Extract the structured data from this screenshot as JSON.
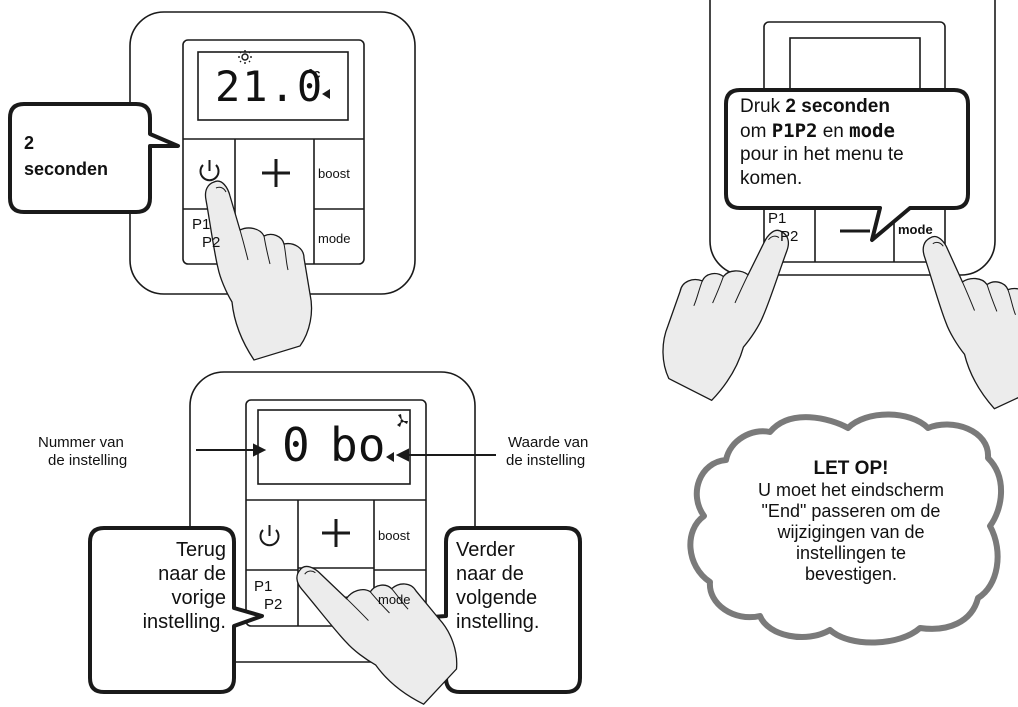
{
  "panel1": {
    "display_value": "21.0",
    "display_unit": "°c",
    "btn_boost": "boost",
    "btn_mode": "mode",
    "btn_p1": "P1",
    "btn_p2": "P2",
    "bubble_line1": "2",
    "bubble_line2": "seconden"
  },
  "panel2": {
    "bubble": {
      "l1_a": "Druk ",
      "l1_b": "2 seconden",
      "l2_a": "om ",
      "l2_b": "P1P2",
      "l2_c": " en ",
      "l2_d": "mode",
      "l3": "pour in het menu te",
      "l4": "komen."
    },
    "btn_p1": "P1",
    "btn_p2": "P2",
    "btn_mode": "mode"
  },
  "panel3": {
    "display_left": "0",
    "display_right": "bo",
    "label_left_1": "Nummer van",
    "label_left_2": "de instelling",
    "label_right_1": "Waarde van",
    "label_right_2": "de instelling",
    "btn_boost": "boost",
    "btn_mode": "mode",
    "btn_p1": "P1",
    "btn_p2": "P2",
    "bubble_left": [
      "Terug",
      "naar de",
      "vorige",
      "instelling."
    ],
    "bubble_right": [
      "Verder",
      "naar de",
      "volgende",
      "instelling."
    ]
  },
  "panel4": {
    "title": "LET OP!",
    "lines": [
      "U moet het eindscherm",
      "\"End\" passeren om de",
      "wijzigingen van de",
      "instellingen te",
      "bevestigen."
    ]
  },
  "colors": {
    "outline": "#1a1a1a",
    "cloud": "#7a7a7a",
    "hand_fill": "#ececec"
  }
}
